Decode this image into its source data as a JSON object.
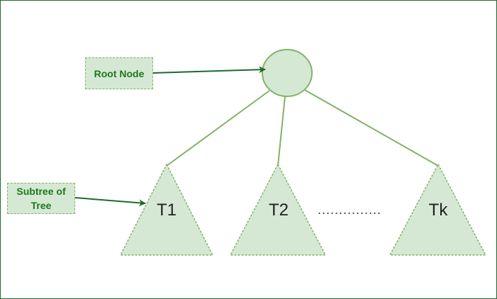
{
  "diagram": {
    "root_callout": "Root Node",
    "subtree_callout": "Subtree of Tree",
    "subtrees": [
      {
        "label": "T1"
      },
      {
        "label": "T2"
      },
      {
        "label": "Tk"
      }
    ],
    "ellipsis": "...............",
    "colors": {
      "fill": "#d5e8d4",
      "stroke": "#82b366",
      "arrow": "#1e6b2e",
      "callout_text": "#1a7a1a",
      "frame": "#1e6b2e"
    }
  }
}
